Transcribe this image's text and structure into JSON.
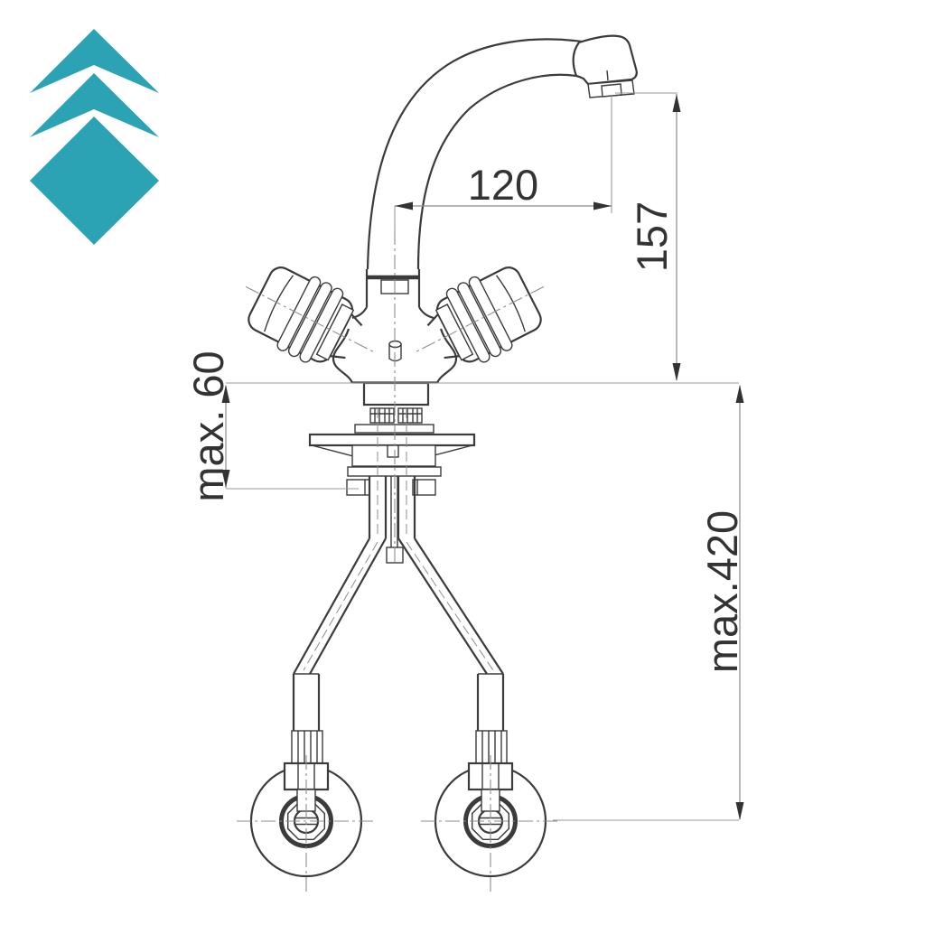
{
  "page": {
    "background_color": "#ffffff"
  },
  "logo": {
    "description": "three stacked teal chevrons forming a nested diamond brand mark",
    "color": "#2ba3b4"
  },
  "drawing": {
    "subject": "Two-handle mixer tap with high swivel spout - dimensioned installation drawing with mounting hardware and wall supply connections",
    "stroke_color": "#3b3b3b",
    "dim_stroke_color": "#8d8d8d",
    "label_color": "#333333",
    "dimensions": {
      "spout_reach": "120",
      "outlet_height": "157",
      "deck_thickness": "max. 60",
      "supply_drop": "max.420"
    }
  }
}
